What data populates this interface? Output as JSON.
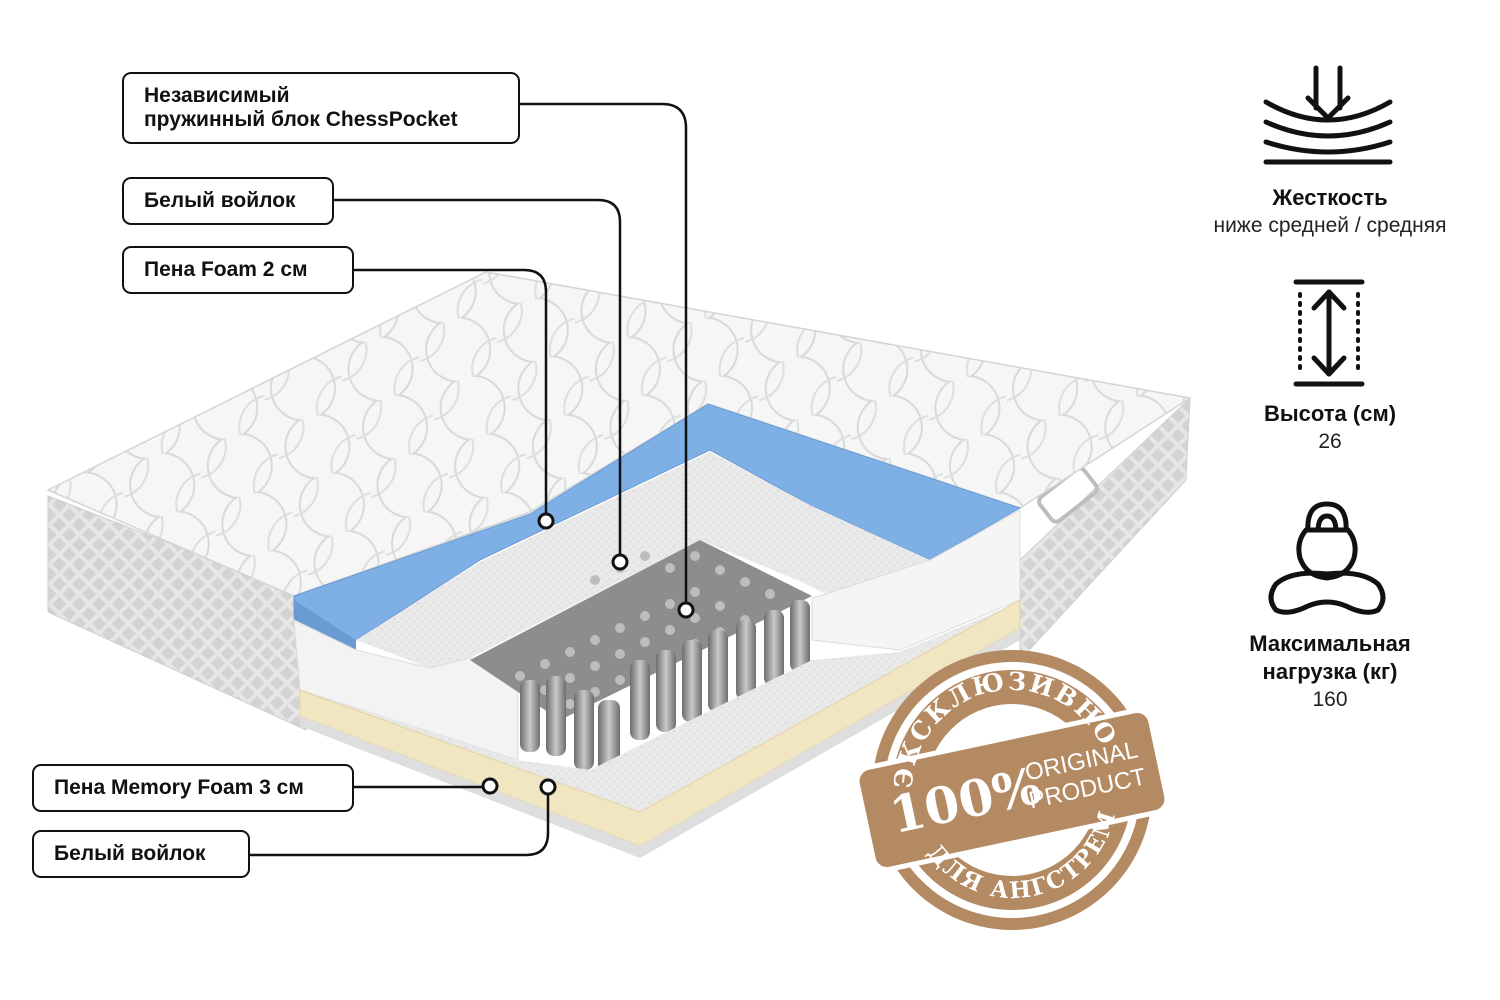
{
  "callouts": {
    "spring_block_line1": "Независимый",
    "spring_block_line2": "пружинный блок ChessPocket",
    "felt_top": "Белый войлок",
    "foam": "Пена Foam 2 см",
    "memory_foam": "Пена Memory Foam 3 см",
    "felt_bottom": "Белый войлок"
  },
  "specs": {
    "firmness": {
      "title": "Жесткость",
      "value": "ниже средней / средняя",
      "icon": "pressure-icon"
    },
    "height": {
      "title": "Высота (см)",
      "value": "26",
      "icon": "height-arrows-icon"
    },
    "max_load": {
      "title_line1": "Максимальная",
      "title_line2": "нагрузка (кг)",
      "value": "160",
      "icon": "kettlebell-icon"
    }
  },
  "stamp": {
    "top_arc": "ЭКСКЛЮЗИВНО",
    "percent": "100%",
    "line1": "ORIGINAL",
    "line2": "PRODUCT",
    "bottom_arc": "ДЛЯ АНГСТРЕМ"
  },
  "colors": {
    "stamp_brown": "#b48a63",
    "foam_blue": "#7eb0e6",
    "spring_gray": "#8a8a8a",
    "memory_foam_cream": "#f1e6c2",
    "line_black": "#111111"
  }
}
